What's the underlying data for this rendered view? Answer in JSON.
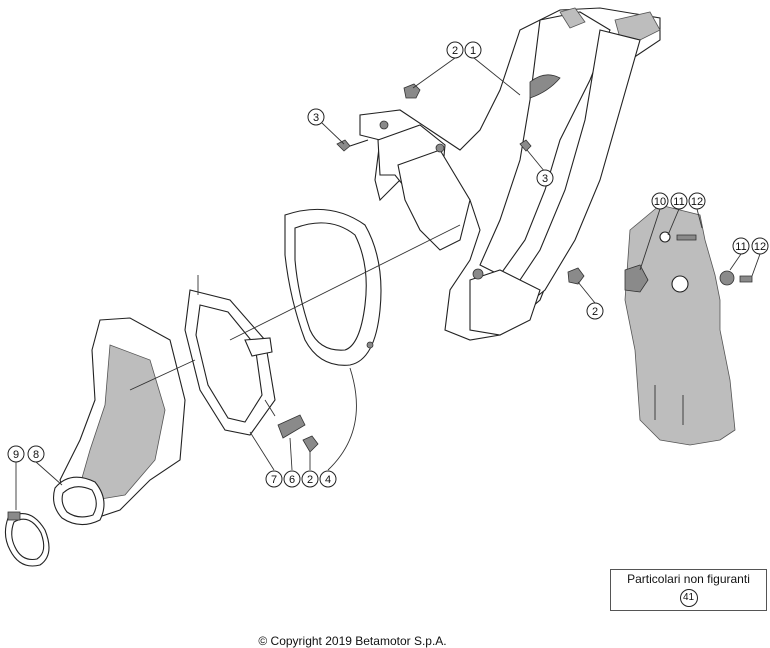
{
  "callouts": {
    "c1": "1",
    "c2a": "2",
    "c3a": "3",
    "c3b": "3",
    "c2b": "2",
    "c10": "10",
    "c11a": "11",
    "c12a": "12",
    "c11b": "11",
    "c12b": "12",
    "c9": "9",
    "c8": "8",
    "c7": "7",
    "c6": "6",
    "c2c": "2",
    "c4": "4"
  },
  "legend": {
    "title": "Particolari non figuranti",
    "number": "41"
  },
  "copyright": "© Copyright 2019 Betamotor S.p.A."
}
